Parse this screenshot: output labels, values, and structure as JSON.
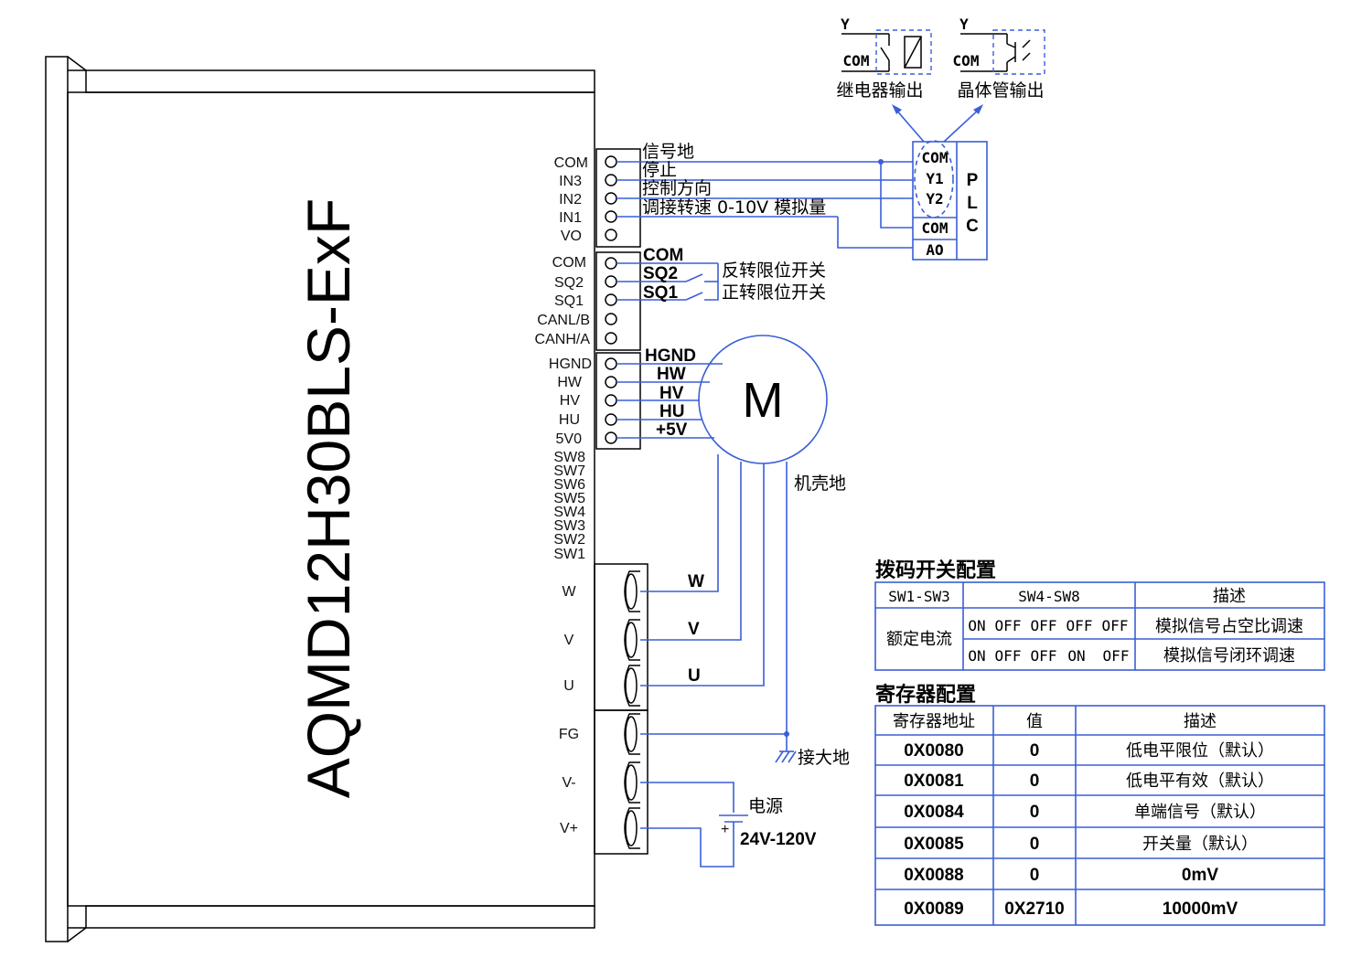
{
  "model_name": "AQMD12H30BLS-ExF",
  "motor_label": "M",
  "signal_block": {
    "pins": [
      "COM",
      "IN3",
      "IN2",
      "IN1",
      "VO"
    ],
    "functions": [
      "信号地",
      "停止",
      "控制方向",
      "调接转速 0-10V 模拟量"
    ]
  },
  "limit_block": {
    "pins": [
      "COM",
      "SQ2",
      "SQ1",
      "CANL/B",
      "CANH/A"
    ],
    "wire_labels": [
      "COM",
      "SQ2",
      "SQ1"
    ],
    "switch_labels": [
      "反转限位开关",
      "正转限位开关"
    ]
  },
  "hall_block": {
    "pins": [
      "HGND",
      "HW",
      "HV",
      "HU",
      "5V0"
    ],
    "wire_labels": [
      "HGND",
      "HW",
      "HV",
      "HU",
      "+5V"
    ]
  },
  "dip_labels": [
    "SW8",
    "SW7",
    "SW6",
    "SW5",
    "SW4",
    "SW3",
    "SW2",
    "SW1"
  ],
  "power_terminals": [
    "W",
    "V",
    "U",
    "FG",
    "V-",
    "V+"
  ],
  "phase_wire_labels": [
    "W",
    "V",
    "U"
  ],
  "chassis_ground": "机壳地",
  "earth_ground": "接大地",
  "power_supply": {
    "label": "电源",
    "range": "24V-120V"
  },
  "plc": {
    "title_letters": [
      "P",
      "L",
      "C"
    ],
    "pins": [
      "COM",
      "Y1",
      "Y2",
      "COM",
      "AO"
    ]
  },
  "outputs": [
    {
      "y_label": "Y",
      "com_label": "COM",
      "caption": "继电器输出"
    },
    {
      "y_label": "Y",
      "com_label": "COM",
      "caption": "晶体管输出"
    }
  ],
  "dip_table": {
    "title": "拨码开关配置",
    "headers": [
      "SW1-SW3",
      "SW4-SW8",
      "描述"
    ],
    "row_label": "额定电流",
    "rows": [
      {
        "switches": [
          "ON",
          "OFF",
          "OFF",
          "OFF",
          "OFF"
        ],
        "desc": "模拟信号占空比调速"
      },
      {
        "switches": [
          "ON",
          "OFF",
          "OFF",
          "ON",
          "OFF"
        ],
        "desc": "模拟信号闭环调速"
      }
    ]
  },
  "reg_table": {
    "title": "寄存器配置",
    "headers": [
      "寄存器地址",
      "值",
      "描述"
    ],
    "rows": [
      {
        "addr": "0X0080",
        "val": "0",
        "desc": "低电平限位（默认）"
      },
      {
        "addr": "0X0081",
        "val": "0",
        "desc": "低电平有效（默认）"
      },
      {
        "addr": "0X0084",
        "val": "0",
        "desc": "单端信号（默认）"
      },
      {
        "addr": "0X0085",
        "val": "0",
        "desc": "开关量（默认）"
      },
      {
        "addr": "0X0088",
        "val": "0",
        "desc": "0mV"
      },
      {
        "addr": "0X0089",
        "val": "0X2710",
        "desc": "10000mV"
      }
    ]
  }
}
